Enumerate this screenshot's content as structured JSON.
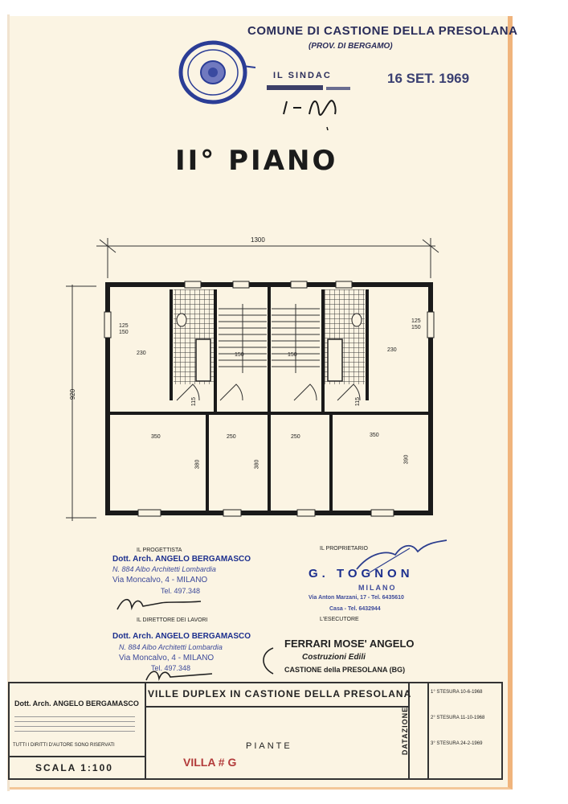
{
  "header": {
    "municipality": "COMUNE DI CASTIONE DELLA PRESOLANA",
    "province": "(PROV. DI BERGAMO)",
    "mayor_label": "IL SINDAC",
    "stamp_date": "16 SET. 1969"
  },
  "sheet_title": "II° PIANO",
  "plan": {
    "overall_width": "1300",
    "overall_depth": "920",
    "dims_upper": [
      "230",
      "230"
    ],
    "dims_lower": [
      "350",
      "250",
      "250",
      "350"
    ],
    "dims_lower_vertical": [
      "380",
      "380",
      "390"
    ],
    "window_dims": [
      "125",
      "150"
    ],
    "stair_dims": [
      "150",
      "150"
    ],
    "door_dims": [
      "115",
      "115"
    ],
    "colors": {
      "walls": "#1a1a1a",
      "lines": "#333333",
      "paper": "#fbf4e3",
      "tiles": "#3a3a3a"
    }
  },
  "designer": {
    "role": "IL PROGETTISTA",
    "name": "Dott. Arch. ANGELO BERGAMASCO",
    "reg": "N. 884 Albo Architetti Lombardia",
    "address": "Via Moncalvo, 4 - MILANO",
    "tel": "Tel. 497.348"
  },
  "director": {
    "role": "IL DIRETTORE DEI LAVORI",
    "name": "Dott. Arch. ANGELO BERGAMASCO",
    "reg": "N. 884 Albo Architetti Lombardia",
    "address": "Via Moncalvo, 4 - MILANO",
    "tel": "Tel. 497.348"
  },
  "owner": {
    "role": "IL PROPRIETARIO",
    "name": "G. TOGNON",
    "city": "MILANO",
    "address": "Via Anton Marzani, 17 - Tel. 6435610",
    "home": "Casa - Tel. 6432944"
  },
  "executor": {
    "role": "L'ESECUTORE",
    "name": "FERRARI MOSE' ANGELO",
    "business": "Costruzioni Edili",
    "location": "CASTIONE della PRESOLANA (BG)"
  },
  "cartouche": {
    "project_title": "VILLE DUPLEX IN CASTIONE DELLA PRESOLANA",
    "drawing": "PIANTE",
    "villa": "VILLA # G",
    "scale": "SCALA 1:100",
    "dating_label": "DATAZIONE",
    "office_left": "Dott. Arch. ANGELO BERGAMASCO",
    "rights": "TUTTI I DIRITTI D'AUTORE SONO RISERVATI",
    "revisions": [
      "1° STESURA 10-6-1968",
      "2° STESURA 11-10-1968",
      "3° STESURA 24-2-1969"
    ]
  }
}
